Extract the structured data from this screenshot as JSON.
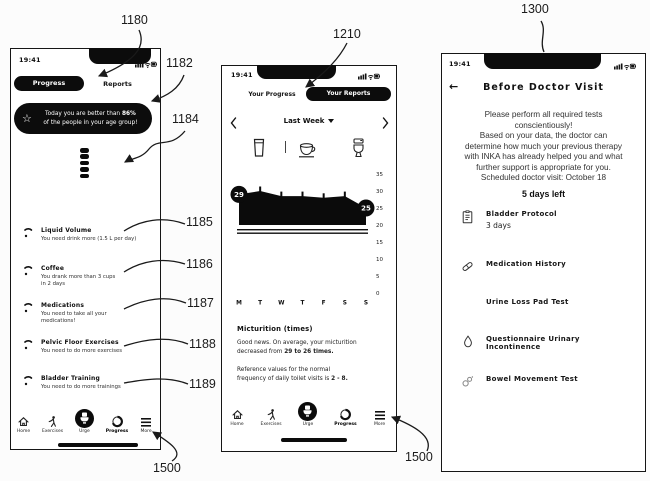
{
  "figure_labels": {
    "n1180": "1180",
    "n1182": "1182",
    "n1184": "1184",
    "n1185": "1185",
    "n1186": "1186",
    "n1187": "1187",
    "n1188": "1188",
    "n1189": "1189",
    "n1210": "1210",
    "n1300": "1300",
    "n1500_left": "1500",
    "n1500_right": "1500"
  },
  "glyphs": {
    "star": "☆",
    "back_arrow": "←"
  },
  "bottom_nav": {
    "items": [
      "Home",
      "Exercises",
      "Urge",
      "Progress",
      "More"
    ]
  },
  "phone1": {
    "status_time": "19:41",
    "tab_progress": "Progress",
    "tab_reports": "Reports",
    "banner_pre": "Today you are better than ",
    "banner_highlight": "86%",
    "banner_line2": "of the people in your age group!",
    "items": [
      {
        "title": "Liquid Volume",
        "desc1": "You need drink more (1.5 L per day)",
        "desc2": ""
      },
      {
        "title": "Coffee",
        "desc1": "You drank more than 3 cups",
        "desc2": "in 2 days"
      },
      {
        "title": "Medications",
        "desc1": "You need to take all your",
        "desc2": "medications!"
      },
      {
        "title": "Pelvic Floor Exercises",
        "desc1": "You need to do more exercises",
        "desc2": ""
      },
      {
        "title": "Bladder Training",
        "desc1": "You need to do more trainings",
        "desc2": ""
      }
    ]
  },
  "phone2": {
    "status_time": "19:41",
    "tab_progress": "Your Progress",
    "tab_reports": "Your Reports",
    "period_label": "Last Week",
    "section_title": "Micturition (times)",
    "paragraph1_line1": "Good news. On average, your micturition",
    "paragraph1_line2_pre": "decreased from ",
    "paragraph1_bold": "29 to 26 times.",
    "paragraph2_line1": "Reference values for the normal",
    "paragraph2_line2_pre": "frequency of daily toilet visits is ",
    "paragraph2_bold": "2 - 8."
  },
  "phone3": {
    "status_time": "19:41",
    "title": "Before Doctor Visit",
    "intro_lines": [
      "Please perform all required tests",
      "conscientiously!",
      "Based on your data, the doctor can",
      "determine how much your previous therapy",
      "with INKA has already helped you and what",
      "further support is appropriate for you.",
      "Scheduled doctor visit: October 18"
    ],
    "days_left": "5 days left",
    "items": [
      {
        "title": "Bladder Protocol",
        "sub": "3 days"
      },
      {
        "title": "Medication History",
        "sub": ""
      },
      {
        "title": "Urine Loss Pad Test",
        "sub": ""
      },
      {
        "title": "Questionnaire Urinary Incontinence",
        "sub": ""
      },
      {
        "title": "Bowel Movement Test",
        "sub": ""
      }
    ]
  },
  "chart_data": {
    "type": "area",
    "title": "Micturition (times)",
    "x_labels": [
      "M",
      "T",
      "W",
      "T",
      "F",
      "S",
      "S"
    ],
    "values": [
      29,
      30,
      28.5,
      28.5,
      28,
      28.5,
      25
    ],
    "start_bubble": "29",
    "end_bubble": "25",
    "yticks": [
      35,
      30,
      25,
      20,
      15,
      10,
      5,
      0
    ],
    "ylim": [
      0,
      35
    ],
    "baseline_value": 20,
    "grid": false,
    "legend": false
  }
}
